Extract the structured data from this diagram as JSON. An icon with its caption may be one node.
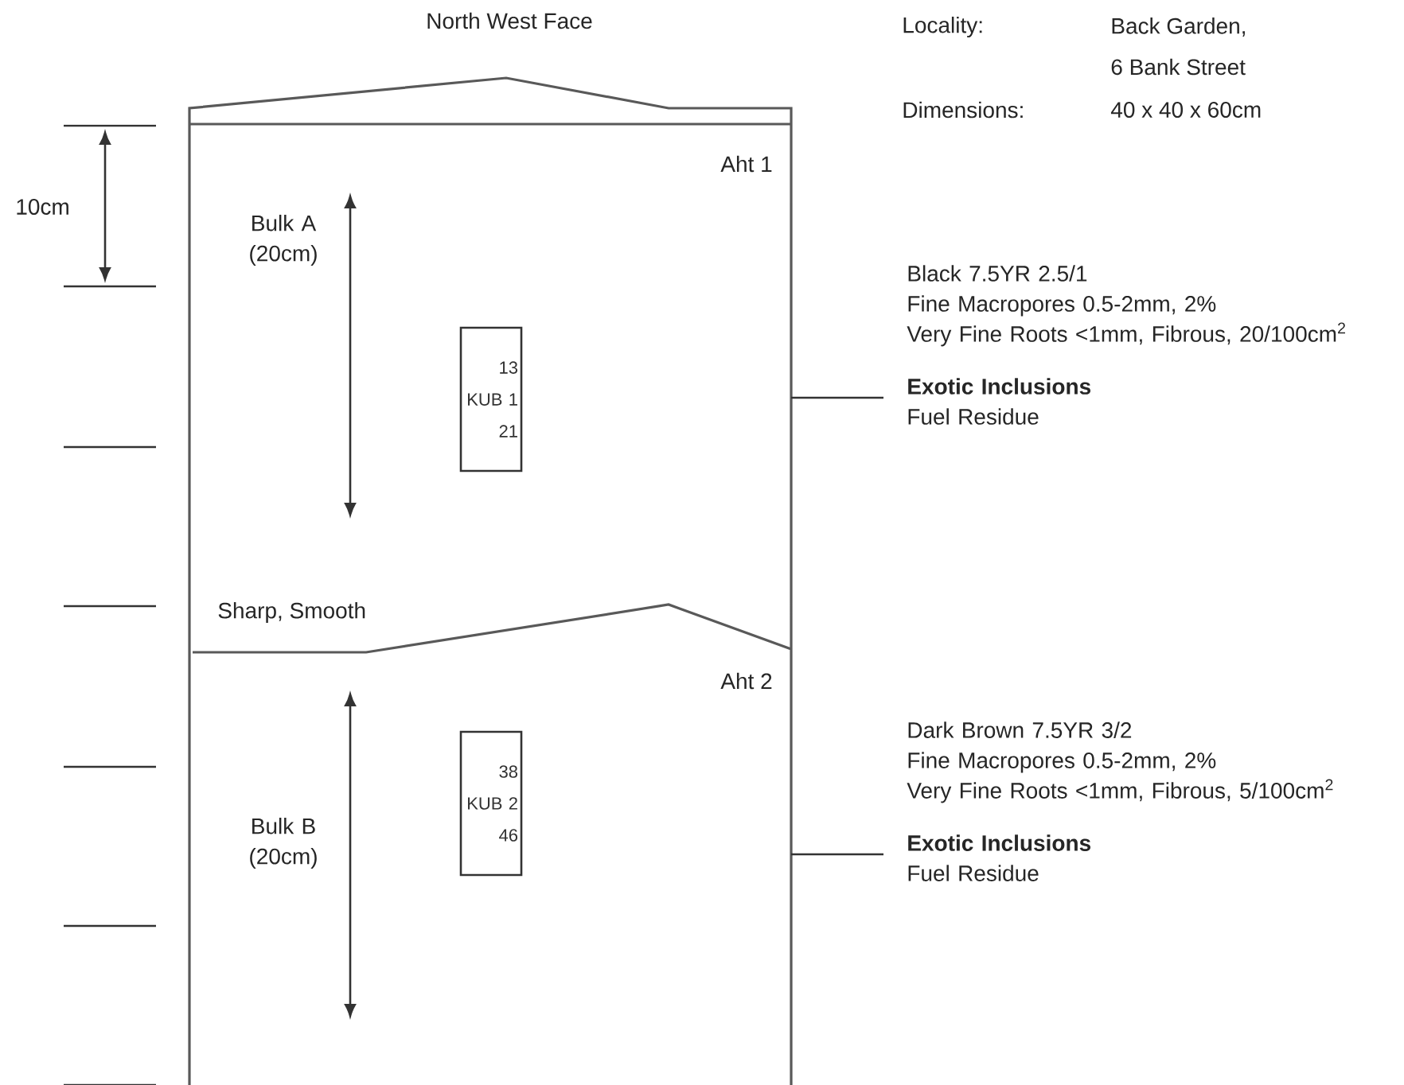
{
  "diagram": {
    "nodes": [
      {
        "text": [
          "13",
          "KUB 1",
          "21"
        ]
      },
      {
        "text": [
          "38",
          "KUB 2",
          "46"
        ]
      },
      {
        "text": [
          "Black 7.5YR 2.5/1",
          "Fine Macropores 0.5-2mm, 2%",
          "Very Fine Roots <1mm, Fibrous, 20/100cm$^{2}$",
          "Exotic Inclusions",
          "Fuel Residue"
        ]
      },
      {
        "text": [
          "Dark Brown 7.5YR 3/2",
          "Fine Macropores 0.5-2mm, 2%",
          "Very Fine Roots <1mm, Fibrous, 5/100cm$^{2}$",
          "Exotic Inclusions",
          "Fuel Residue"
        ]
      }
    ],
    "edges": [
      {
        "from": 2,
        "to": null,
        "arrow": "none"
      },
      {
        "from": 3,
        "to": null,
        "arrow": "none"
      }
    ],
    "labels": [
      "North West Face",
      "Locality:",
      "Back Garden,",
      "6 Bank Street",
      "Dimensions:",
      "40 x 40 x 60cm",
      "10cm",
      "Aht 1",
      "Bulk A (20cm)",
      "Sharp, Smooth",
      "Aht 2",
      "Bulk B (20cm)"
    ]
  }
}
